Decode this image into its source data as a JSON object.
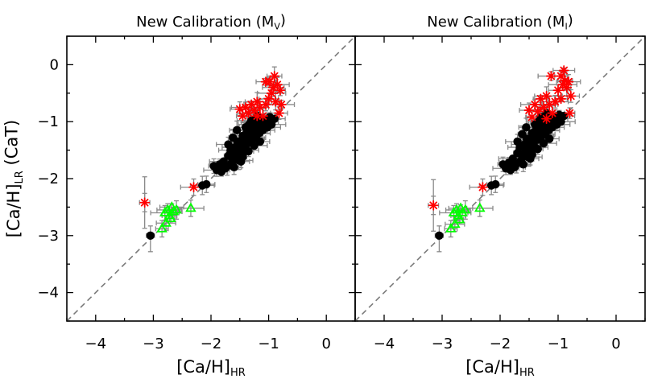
{
  "chart_data": [
    {
      "type": "scatter",
      "title": "New Calibration (M",
      "title_sub": "V",
      "title_end": ")",
      "xlabel": "[Ca/H]",
      "xlabel_sub": "HR",
      "ylabel": "[Ca/H]",
      "ylabel_sub": "LR",
      "ylabel_end": " (CaT)",
      "xlim": [
        -4.5,
        0.5
      ],
      "ylim": [
        -4.5,
        0.5
      ],
      "xticks": [
        -4,
        -3,
        -2,
        -1,
        0
      ],
      "yticks": [
        0,
        -1,
        -2,
        -3,
        -4
      ],
      "reference_line": "y = x",
      "series": [
        {
          "marker": "filled-circle",
          "color": "#000000",
          "points": [
            [
              -3.05,
              -3.0
            ],
            [
              -2.15,
              -2.12
            ],
            [
              -2.08,
              -2.1
            ],
            [
              -1.95,
              -1.78
            ],
            [
              -1.9,
              -1.85
            ],
            [
              -1.85,
              -1.75
            ],
            [
              -1.82,
              -1.88
            ],
            [
              -1.78,
              -1.7
            ],
            [
              -1.75,
              -1.82
            ],
            [
              -1.72,
              -1.78
            ],
            [
              -1.7,
              -1.6
            ],
            [
              -1.66,
              -1.5
            ],
            [
              -1.64,
              -1.72
            ],
            [
              -1.6,
              -1.62
            ],
            [
              -1.58,
              -1.45
            ],
            [
              -1.56,
              -1.55
            ],
            [
              -1.54,
              -1.35
            ],
            [
              -1.52,
              -1.68
            ],
            [
              -1.5,
              -1.5
            ],
            [
              -1.48,
              -1.4
            ],
            [
              -1.46,
              -1.58
            ],
            [
              -1.45,
              -1.25
            ],
            [
              -1.43,
              -1.45
            ],
            [
              -1.42,
              -1.32
            ],
            [
              -1.4,
              -1.5
            ],
            [
              -1.38,
              -1.2
            ],
            [
              -1.36,
              -1.38
            ],
            [
              -1.35,
              -1.28
            ],
            [
              -1.34,
              -1.05
            ],
            [
              -1.32,
              -1.35
            ],
            [
              -1.3,
              -1.18
            ],
            [
              -1.28,
              -1.3
            ],
            [
              -1.27,
              -1.1
            ],
            [
              -1.26,
              -1.22
            ],
            [
              -1.25,
              -1.02
            ],
            [
              -1.22,
              -1.28
            ],
            [
              -1.2,
              -1.12
            ],
            [
              -1.18,
              -1.0
            ],
            [
              -1.16,
              -1.2
            ],
            [
              -1.15,
              -1.08
            ],
            [
              -1.12,
              -0.95
            ],
            [
              -1.1,
              -1.15
            ],
            [
              -1.08,
              -1.05
            ],
            [
              -1.05,
              -0.98
            ],
            [
              -1.02,
              -1.1
            ],
            [
              -1.0,
              -1.0
            ],
            [
              -0.98,
              -0.92
            ],
            [
              -0.95,
              -1.05
            ],
            [
              -0.9,
              -0.95
            ],
            [
              -1.55,
              -1.15
            ],
            [
              -1.62,
              -1.28
            ],
            [
              -1.7,
              -1.4
            ],
            [
              -1.48,
              -1.7
            ],
            [
              -1.35,
              -1.52
            ],
            [
              -1.25,
              -1.42
            ],
            [
              -1.15,
              -1.35
            ],
            [
              -1.4,
              -1.1
            ],
            [
              -1.3,
              -0.98
            ],
            [
              -1.2,
              -0.9
            ],
            [
              -1.6,
              -1.8
            ],
            [
              -1.45,
              -1.62
            ]
          ]
        },
        {
          "marker": "asterisk",
          "color": "#ff0000",
          "points": [
            [
              -3.15,
              -2.42
            ],
            [
              -2.3,
              -2.15
            ],
            [
              -1.5,
              -0.78
            ],
            [
              -1.45,
              -0.9
            ],
            [
              -1.4,
              -0.75
            ],
            [
              -1.35,
              -0.85
            ],
            [
              -1.3,
              -0.7
            ],
            [
              -1.25,
              -0.8
            ],
            [
              -1.2,
              -0.65
            ],
            [
              -1.15,
              -0.75
            ],
            [
              -1.1,
              -0.9
            ],
            [
              -1.05,
              -0.7
            ],
            [
              -1.0,
              -0.6
            ],
            [
              -0.98,
              -0.3
            ],
            [
              -0.95,
              -0.5
            ],
            [
              -0.92,
              -0.4
            ],
            [
              -0.9,
              -0.2
            ],
            [
              -0.88,
              -0.65
            ],
            [
              -0.85,
              -0.35
            ],
            [
              -0.82,
              -0.85
            ],
            [
              -0.8,
              -0.45
            ],
            [
              -0.78,
              -0.7
            ],
            [
              -1.05,
              -0.3
            ],
            [
              -1.2,
              -0.9
            ]
          ]
        },
        {
          "marker": "open-triangle",
          "color": "#00ff00",
          "points": [
            [
              -2.85,
              -2.88
            ],
            [
              -2.8,
              -2.6
            ],
            [
              -2.75,
              -2.55
            ],
            [
              -2.72,
              -2.65
            ],
            [
              -2.7,
              -2.7
            ],
            [
              -2.68,
              -2.5
            ],
            [
              -2.65,
              -2.58
            ],
            [
              -2.6,
              -2.55
            ],
            [
              -2.35,
              -2.52
            ],
            [
              -2.78,
              -2.78
            ]
          ]
        }
      ]
    },
    {
      "type": "scatter",
      "title": "New Calibration (M",
      "title_sub": "I",
      "title_end": ")",
      "xlabel": "[Ca/H]",
      "xlabel_sub": "HR",
      "xlim": [
        -4.5,
        0.5
      ],
      "ylim": [
        -4.5,
        0.5
      ],
      "xticks": [
        -4,
        -3,
        -2,
        -1,
        0
      ],
      "reference_line": "y = x",
      "series": [
        {
          "marker": "filled-circle",
          "color": "#000000",
          "points": [
            [
              -3.05,
              -3.0
            ],
            [
              -2.15,
              -2.12
            ],
            [
              -2.08,
              -2.1
            ],
            [
              -1.95,
              -1.75
            ],
            [
              -1.9,
              -1.82
            ],
            [
              -1.85,
              -1.72
            ],
            [
              -1.82,
              -1.85
            ],
            [
              -1.78,
              -1.65
            ],
            [
              -1.75,
              -1.8
            ],
            [
              -1.72,
              -1.74
            ],
            [
              -1.7,
              -1.55
            ],
            [
              -1.66,
              -1.45
            ],
            [
              -1.64,
              -1.68
            ],
            [
              -1.6,
              -1.58
            ],
            [
              -1.58,
              -1.4
            ],
            [
              -1.56,
              -1.5
            ],
            [
              -1.54,
              -1.3
            ],
            [
              -1.52,
              -1.62
            ],
            [
              -1.5,
              -1.45
            ],
            [
              -1.48,
              -1.35
            ],
            [
              -1.46,
              -1.52
            ],
            [
              -1.45,
              -1.2
            ],
            [
              -1.43,
              -1.4
            ],
            [
              -1.42,
              -1.28
            ],
            [
              -1.4,
              -1.45
            ],
            [
              -1.38,
              -1.15
            ],
            [
              -1.36,
              -1.32
            ],
            [
              -1.35,
              -1.22
            ],
            [
              -1.34,
              -1.0
            ],
            [
              -1.32,
              -1.3
            ],
            [
              -1.3,
              -1.12
            ],
            [
              -1.28,
              -1.25
            ],
            [
              -1.27,
              -1.05
            ],
            [
              -1.26,
              -1.18
            ],
            [
              -1.25,
              -0.98
            ],
            [
              -1.22,
              -1.22
            ],
            [
              -1.2,
              -1.08
            ],
            [
              -1.18,
              -0.95
            ],
            [
              -1.16,
              -1.15
            ],
            [
              -1.15,
              -1.02
            ],
            [
              -1.12,
              -0.9
            ],
            [
              -1.1,
              -1.1
            ],
            [
              -1.08,
              -1.0
            ],
            [
              -1.05,
              -0.92
            ],
            [
              -1.02,
              -1.05
            ],
            [
              -1.0,
              -0.95
            ],
            [
              -0.98,
              -0.88
            ],
            [
              -0.95,
              -1.0
            ],
            [
              -0.9,
              -0.9
            ],
            [
              -1.55,
              -1.1
            ],
            [
              -1.62,
              -1.22
            ],
            [
              -1.7,
              -1.35
            ],
            [
              -1.48,
              -1.65
            ],
            [
              -1.35,
              -1.48
            ],
            [
              -1.25,
              -1.38
            ],
            [
              -1.15,
              -1.3
            ],
            [
              -1.4,
              -1.05
            ],
            [
              -1.3,
              -0.92
            ],
            [
              -1.2,
              -0.85
            ],
            [
              -1.6,
              -1.75
            ],
            [
              -1.45,
              -1.58
            ]
          ]
        },
        {
          "marker": "asterisk",
          "color": "#ff0000",
          "points": [
            [
              -3.15,
              -2.47
            ],
            [
              -2.3,
              -2.15
            ],
            [
              -1.5,
              -0.8
            ],
            [
              -1.45,
              -0.92
            ],
            [
              -1.4,
              -0.7
            ],
            [
              -1.35,
              -0.82
            ],
            [
              -1.3,
              -0.6
            ],
            [
              -1.25,
              -0.75
            ],
            [
              -1.2,
              -0.55
            ],
            [
              -1.15,
              -0.7
            ],
            [
              -1.1,
              -0.85
            ],
            [
              -1.05,
              -0.65
            ],
            [
              -1.0,
              -0.45
            ],
            [
              -0.95,
              -0.2
            ],
            [
              -0.92,
              -0.35
            ],
            [
              -0.9,
              -0.1
            ],
            [
              -0.88,
              -0.28
            ],
            [
              -0.85,
              -0.4
            ],
            [
              -0.82,
              -0.3
            ],
            [
              -0.78,
              -0.55
            ],
            [
              -0.8,
              -0.85
            ],
            [
              -1.12,
              -0.2
            ],
            [
              -1.2,
              -0.95
            ],
            [
              -0.95,
              -0.6
            ]
          ]
        },
        {
          "marker": "open-triangle",
          "color": "#00ff00",
          "points": [
            [
              -2.85,
              -2.88
            ],
            [
              -2.8,
              -2.6
            ],
            [
              -2.75,
              -2.55
            ],
            [
              -2.72,
              -2.65
            ],
            [
              -2.7,
              -2.72
            ],
            [
              -2.68,
              -2.52
            ],
            [
              -2.65,
              -2.6
            ],
            [
              -2.6,
              -2.55
            ],
            [
              -2.35,
              -2.52
            ],
            [
              -2.78,
              -2.8
            ]
          ]
        }
      ]
    }
  ]
}
